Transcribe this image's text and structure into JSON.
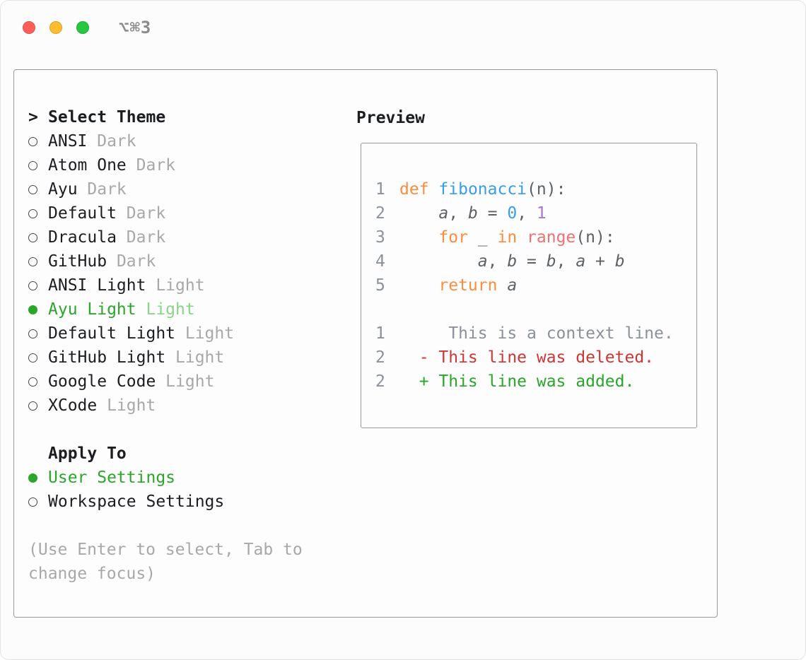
{
  "window": {
    "shortcut": "⌥⌘3"
  },
  "colors": {
    "accent-green": "#2aa62a",
    "accent-green-light": "#8bd48b",
    "diff-red": "#cf3535",
    "syntax-orange": "#fa8d3e",
    "syntax-blue": "#399ee6",
    "syntax-purple": "#a37acc",
    "syntax-coral": "#f07171",
    "code-plain": "#5c6166",
    "gutter-gray": "#8a9199",
    "muted-gray": "#a8a8a8",
    "traffic-red": "#ff5f57",
    "traffic-yellow": "#febc2e",
    "traffic-green": "#29c73f"
  },
  "theme_selector": {
    "prompt": ">",
    "title": "Select Theme",
    "items": [
      {
        "name": "ANSI",
        "variant": "Dark",
        "selected": false
      },
      {
        "name": "Atom One",
        "variant": "Dark",
        "selected": false
      },
      {
        "name": "Ayu",
        "variant": "Dark",
        "selected": false
      },
      {
        "name": "Default",
        "variant": "Dark",
        "selected": false
      },
      {
        "name": "Dracula",
        "variant": "Dark",
        "selected": false
      },
      {
        "name": "GitHub",
        "variant": "Dark",
        "selected": false
      },
      {
        "name": "ANSI Light",
        "variant": "Light",
        "selected": false
      },
      {
        "name": "Ayu Light",
        "variant": "Light",
        "selected": true
      },
      {
        "name": "Default Light",
        "variant": "Light",
        "selected": false
      },
      {
        "name": "GitHub Light",
        "variant": "Light",
        "selected": false
      },
      {
        "name": "Google Code",
        "variant": "Light",
        "selected": false
      },
      {
        "name": "XCode",
        "variant": "Light",
        "selected": false
      }
    ]
  },
  "apply_to": {
    "title": "Apply To",
    "options": [
      {
        "label": "User Settings",
        "selected": true
      },
      {
        "label": "Workspace Settings",
        "selected": false
      }
    ]
  },
  "hint": "(Use Enter to select, Tab to change focus)",
  "preview": {
    "title": "Preview",
    "code_lines": [
      {
        "num": "1",
        "tokens": [
          {
            "s": "k",
            "t": "def"
          },
          {
            "s": "p",
            "t": " "
          },
          {
            "s": "f",
            "t": "fibonacci"
          },
          {
            "s": "p",
            "t": "(n):"
          }
        ]
      },
      {
        "num": "2",
        "tokens": [
          {
            "s": "p",
            "t": "    "
          },
          {
            "s": "v",
            "t": "a"
          },
          {
            "s": "p",
            "t": ", "
          },
          {
            "s": "v",
            "t": "b"
          },
          {
            "s": "p",
            "t": " = "
          },
          {
            "s": "n0",
            "t": "0"
          },
          {
            "s": "p",
            "t": ", "
          },
          {
            "s": "n1",
            "t": "1"
          }
        ]
      },
      {
        "num": "3",
        "tokens": [
          {
            "s": "p",
            "t": "    "
          },
          {
            "s": "k",
            "t": "for"
          },
          {
            "s": "p",
            "t": " _ "
          },
          {
            "s": "k",
            "t": "in"
          },
          {
            "s": "p",
            "t": " "
          },
          {
            "s": "c",
            "t": "range"
          },
          {
            "s": "p",
            "t": "(n):"
          }
        ]
      },
      {
        "num": "4",
        "tokens": [
          {
            "s": "p",
            "t": "        "
          },
          {
            "s": "v",
            "t": "a"
          },
          {
            "s": "p",
            "t": ", "
          },
          {
            "s": "v",
            "t": "b"
          },
          {
            "s": "p",
            "t": " = "
          },
          {
            "s": "v",
            "t": "b"
          },
          {
            "s": "p",
            "t": ", "
          },
          {
            "s": "v",
            "t": "a"
          },
          {
            "s": "p",
            "t": " + "
          },
          {
            "s": "v",
            "t": "b"
          }
        ]
      },
      {
        "num": "5",
        "tokens": [
          {
            "s": "p",
            "t": "    "
          },
          {
            "s": "k",
            "t": "return"
          },
          {
            "s": "p",
            "t": " "
          },
          {
            "s": "v",
            "t": "a"
          }
        ]
      }
    ],
    "diff_lines": [
      {
        "num": "1",
        "type": "context",
        "text": "     This is a context line."
      },
      {
        "num": "2",
        "type": "deleted",
        "text": "  - This line was deleted."
      },
      {
        "num": "2",
        "type": "added",
        "text": "  + This line was added."
      }
    ]
  }
}
